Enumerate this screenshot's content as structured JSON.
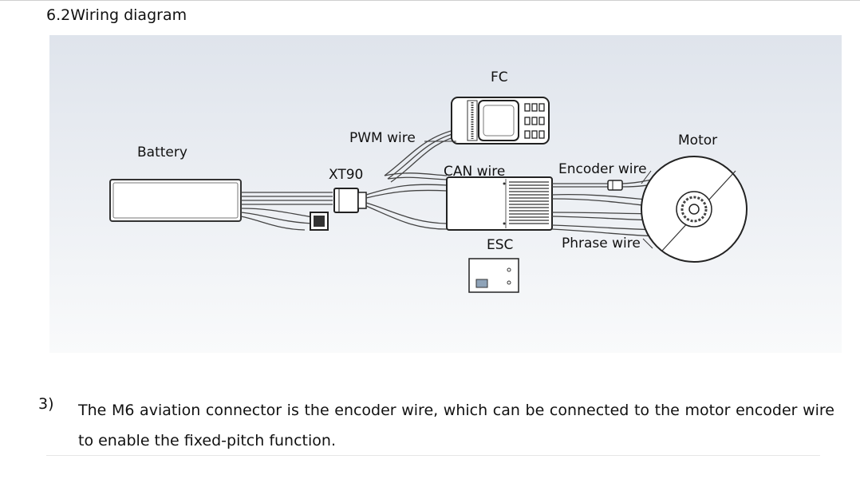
{
  "section": {
    "title": "6.2Wiring diagram"
  },
  "diagram": {
    "labels": {
      "fc": "FC",
      "battery": "Battery",
      "pwm_wire": "PWM wire",
      "xt90": "XT90",
      "can_wire": "CAN wire",
      "encoder_wire": "Encoder wire",
      "motor": "Motor",
      "esc": "ESC",
      "phrase_wire": "Phrase wire"
    }
  },
  "note": {
    "number": "3)",
    "text": "The M6 aviation connector is the encoder wire, which can be connected to the motor encoder wire to enable the fixed-pitch function."
  }
}
